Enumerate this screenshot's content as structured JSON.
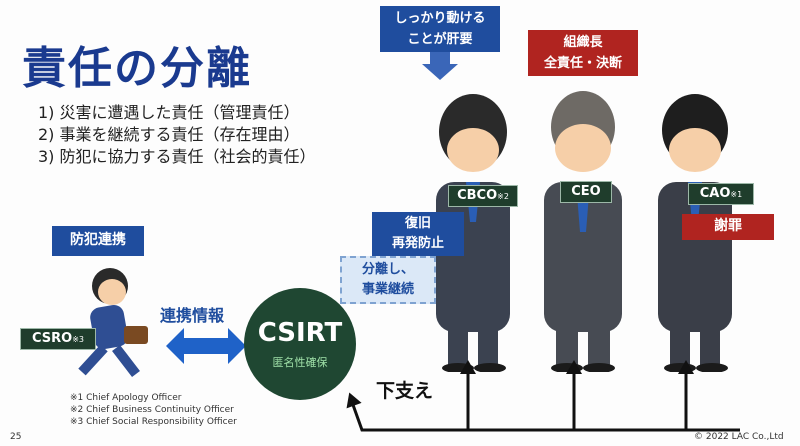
{
  "title": "責任の分離",
  "responsibilities": [
    "1) 災害に遭遇した責任（管理責任）",
    "2) 事業を継続する責任（存在理由）",
    "3) 防犯に協力する責任（社会的責任）"
  ],
  "callouts": {
    "must_act": [
      "しっかり動ける",
      "ことが肝要"
    ],
    "org_head": [
      "組織長",
      "全責任・決断"
    ],
    "recovery": [
      "復旧",
      "再発防止"
    ],
    "separation": [
      "分離し、",
      "事業継続"
    ],
    "apology": "謝罪",
    "crime_coop": "防犯連携",
    "info_link": "連携情報"
  },
  "roles": {
    "cbco": {
      "label": "CBCO",
      "note": "※2"
    },
    "ceo": {
      "label": "CEO"
    },
    "cao": {
      "label": "CAO",
      "note": "※1"
    },
    "csro": {
      "label": "CSRO",
      "note": "※3"
    }
  },
  "csirt": {
    "label": "CSIRT",
    "sub": "匿名性確保"
  },
  "support_label": "下支え",
  "footnotes": [
    "※1 Chief Apology Officer",
    "※2 Chief Business Continuity Officer",
    "※3 Chief Social Responsibility Officer"
  ],
  "page_number": "25",
  "copyright": "© 2022 LAC Co.,Ltd"
}
